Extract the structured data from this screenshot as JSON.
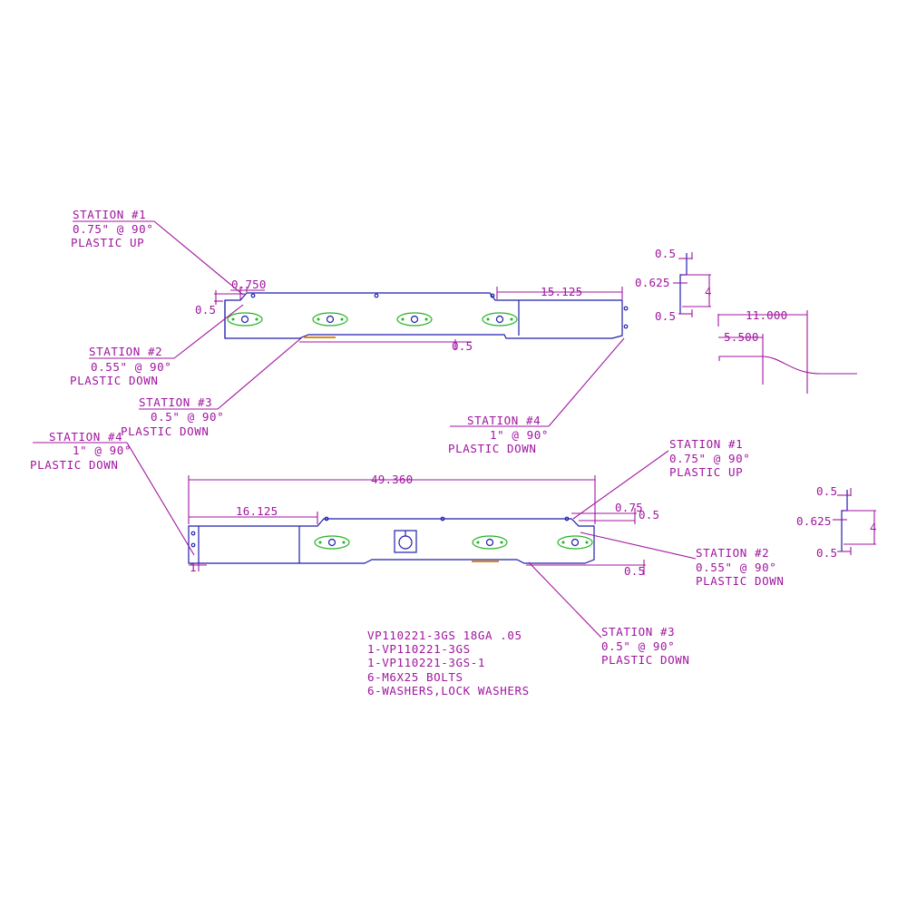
{
  "top_part": {
    "station1": {
      "title": "STATION #1",
      "angle": "0.75\" @ 90°",
      "direction": "PLASTIC UP"
    },
    "station2": {
      "title": "STATION #2",
      "angle": "0.55\" @ 90°",
      "direction": "PLASTIC DOWN"
    },
    "station3": {
      "title": "STATION #3",
      "angle": "0.5\" @ 90°",
      "direction": "PLASTIC DOWN"
    },
    "station4": {
      "title": "STATION #4",
      "angle": "1\" @ 90°",
      "direction": "PLASTIC DOWN"
    },
    "dims": {
      "notch_width": "0.750",
      "left_height": "0.5",
      "right_length": "15.125",
      "bottom_step": "0.5"
    }
  },
  "profile_top": {
    "dims": {
      "top": "0.5",
      "middle": "0.625",
      "bottom": "0.5",
      "overall": "4"
    }
  },
  "side_profile": {
    "dims": {
      "length_long": "11.000",
      "length_short": "5.500"
    }
  },
  "bottom_part": {
    "station1": {
      "title": "STATION #1",
      "angle": "0.75\" @ 90°",
      "direction": "PLASTIC UP"
    },
    "station2": {
      "title": "STATION #2",
      "angle": "0.55\" @ 90°",
      "direction": "PLASTIC DOWN"
    },
    "station3": {
      "title": "STATION #3",
      "angle": "0.5\" @ 90°",
      "direction": "PLASTIC DOWN"
    },
    "station4": {
      "title": "STATION #4",
      "angle": "1\" @ 90°",
      "direction": "PLASTIC DOWN"
    },
    "dims": {
      "overall_length": "49.360",
      "left_length": "16.125",
      "notch_width": "0.75",
      "notch_height": "0.5",
      "left_flange": "1",
      "bottom_step": "0.5"
    }
  },
  "profile_bottom": {
    "dims": {
      "top": "0.5",
      "middle": "0.625",
      "bottom": "0.5",
      "overall": "4"
    }
  },
  "bill_of_materials": [
    "VP110221-3GS 18GA .05",
    "1-VP110221-3GS",
    "1-VP110221-3GS-1",
    "6-M6X25 BOLTS",
    "6-WASHERS,LOCK WASHERS"
  ],
  "colors": {
    "annotation": "#a0159f",
    "outline": "#1f1fae",
    "slot": "#23b323",
    "mark": "#e08a1a"
  }
}
